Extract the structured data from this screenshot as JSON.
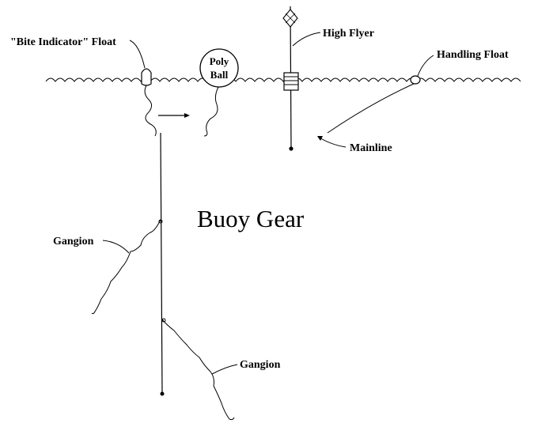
{
  "diagram": {
    "title": "Buoy Gear",
    "labels": {
      "bite_indicator": "\"Bite Indicator\" Float",
      "poly_ball_line1": "Poly",
      "poly_ball_line2": "Ball",
      "high_flyer": "High Flyer",
      "handling_float": "Handling Float",
      "mainline": "Mainline",
      "gangion_upper": "Gangion",
      "gangion_lower": "Gangion"
    },
    "colors": {
      "ink": "#000000",
      "background": "#ffffff"
    }
  }
}
